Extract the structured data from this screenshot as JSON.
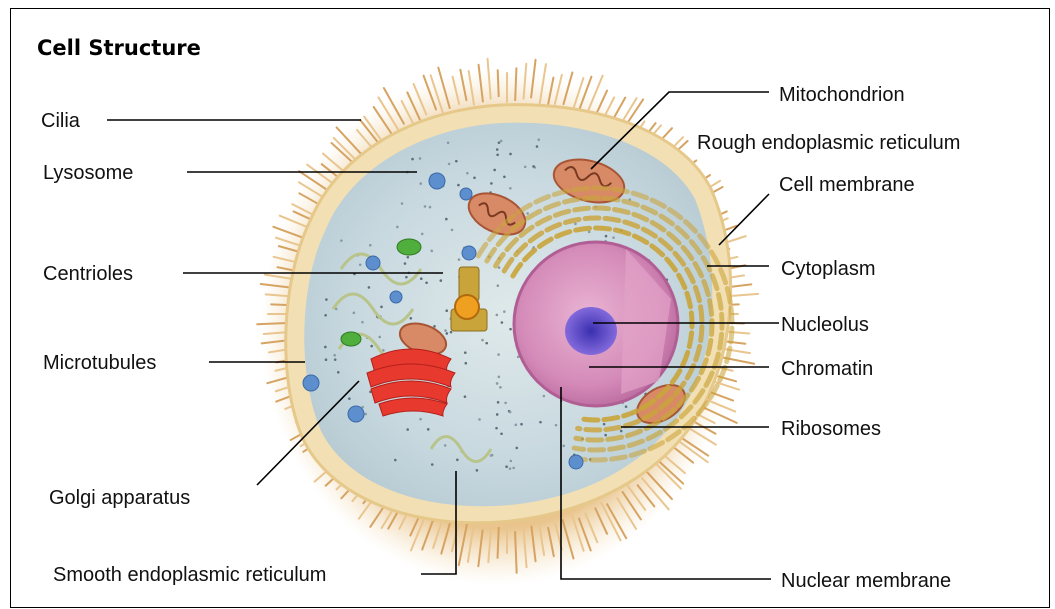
{
  "title": "Cell Structure",
  "labels": {
    "cilia": "Cilia",
    "lysosome": "Lysosome",
    "centrioles": "Centrioles",
    "microtubules": "Microtubules",
    "golgi_apparatus": "Golgi apparatus",
    "smooth_er": "Smooth endoplasmic reticulum",
    "mitochondrion": "Mitochondrion",
    "rough_er": "Rough endoplasmic reticulum",
    "cell_membrane": "Cell membrane",
    "cytoplasm": "Cytoplasm",
    "nucleolus": "Nucleolus",
    "chromatin": "Chromatin",
    "ribosomes": "Ribosomes",
    "nuclear_membrane": "Nuclear membrane"
  },
  "colors": {
    "cilia": "#d9a86a",
    "membrane": "#f3e2b3",
    "cytoplasm": "#c9d9df",
    "nucleus": "#d98bb8",
    "nucleolus": "#5a3fc4",
    "golgi": "#e8392f",
    "rough_er": "#c8a63a",
    "mitochondrion": "#d07a57",
    "lysosome": "#5d8fcf",
    "centriole": "#e3a12b",
    "vesicle_green": "#4fae3c"
  }
}
